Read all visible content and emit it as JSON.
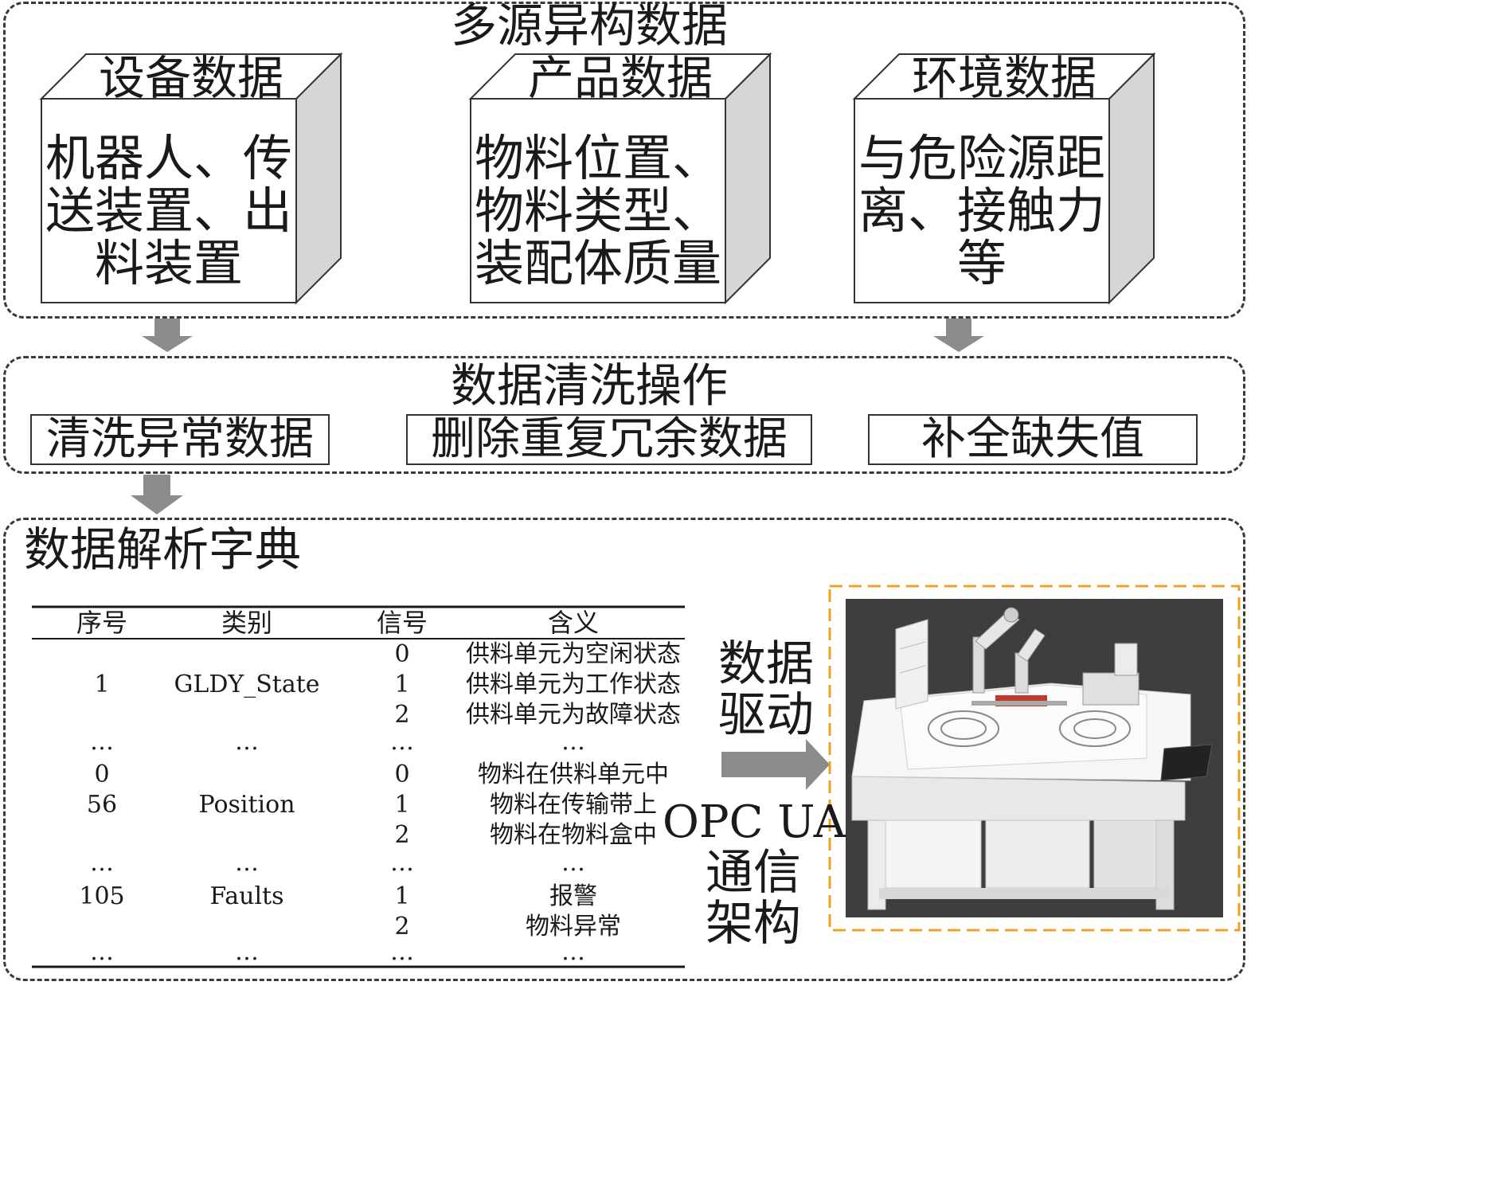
{
  "sources": {
    "title": "多源异构数据",
    "cubes": [
      {
        "label": "设备数据",
        "body": "机器人、传送装置、出料装置"
      },
      {
        "label": "产品数据",
        "body": "物料位置、物料类型、装配体质量"
      },
      {
        "label": "环境数据",
        "body": "与危险源距离、接触力等"
      }
    ]
  },
  "cleaning": {
    "title": "数据清洗操作",
    "ops": [
      "清洗异常数据",
      "删除重复冗余数据",
      "补全缺失值"
    ]
  },
  "dictionary": {
    "title": "数据解析字典",
    "headers": [
      "序号",
      "类别",
      "信号",
      "含义"
    ],
    "rows": [
      {
        "idx": "",
        "cat": "",
        "sig": "0",
        "meaning": "供料单元为空闲状态"
      },
      {
        "idx": "1",
        "cat": "GLDY_State",
        "sig": "1",
        "meaning": "供料单元为工作状态"
      },
      {
        "idx": "",
        "cat": "",
        "sig": "2",
        "meaning": "供料单元为故障状态"
      },
      {
        "idx": "…",
        "cat": "…",
        "sig": "…",
        "meaning": "…"
      },
      {
        "idx": "0",
        "cat": "",
        "sig": "0",
        "meaning": "物料在供料单元中"
      },
      {
        "idx": "56",
        "cat": "Position",
        "sig": "1",
        "meaning": "物料在传输带上"
      },
      {
        "idx": "",
        "cat": "",
        "sig": "2",
        "meaning": "物料在物料盒中"
      },
      {
        "idx": "…",
        "cat": "…",
        "sig": "…",
        "meaning": "…"
      },
      {
        "idx": "105",
        "cat": "Faults",
        "sig": "1",
        "meaning": "报警"
      },
      {
        "idx": "",
        "cat": "",
        "sig": "2",
        "meaning": "物料异常"
      },
      {
        "idx": "…",
        "cat": "…",
        "sig": "…",
        "meaning": "…"
      }
    ],
    "data_driven": "数据驱动",
    "opc": "OPC UA",
    "arch": "通信架构"
  },
  "colors": {
    "cube_side": "#d6d6d6",
    "arrow": "#8c8c8c",
    "highlight_border": "#f0a020",
    "scene_bg": "#3e3e3e"
  }
}
